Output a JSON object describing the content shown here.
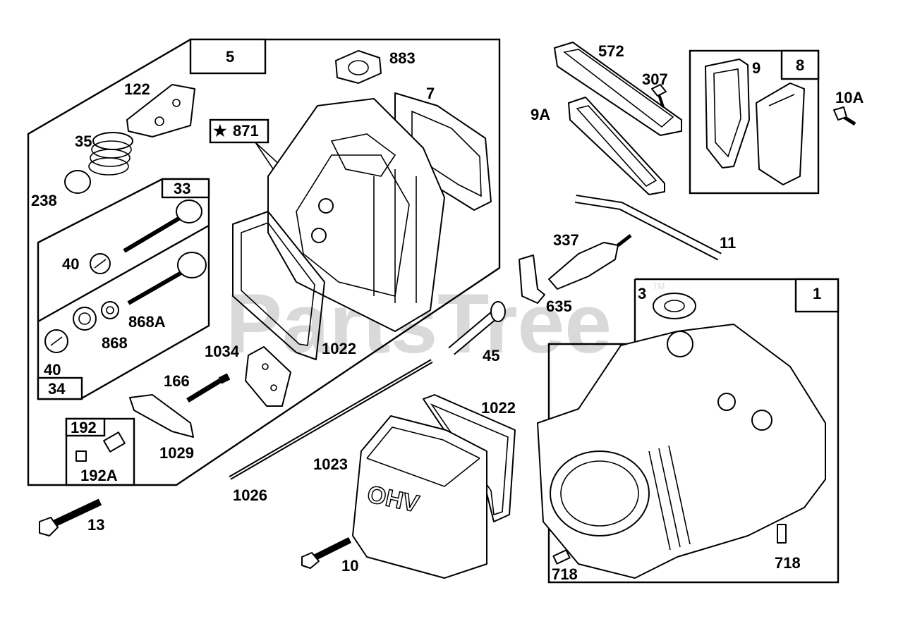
{
  "watermark": "PartsTree",
  "watermark_mark": "TM",
  "labels": {
    "l5": "5",
    "l883": "883",
    "l7": "7",
    "l122": "122",
    "l871": "871",
    "l35": "35",
    "l238": "238",
    "l33": "33",
    "l40a": "40",
    "l868A": "868A",
    "l868": "868",
    "l40b": "40",
    "l34": "34",
    "l1034": "1034",
    "l1022a": "1022",
    "l166": "166",
    "l192": "192",
    "l192A": "192A",
    "l1029": "1029",
    "l13": "13",
    "l1026": "1026",
    "l572": "572",
    "l307": "307",
    "l9A": "9A",
    "l9": "9",
    "l8": "8",
    "l10A": "10A",
    "l11": "11",
    "l337": "337",
    "l635": "635",
    "l45": "45",
    "l3": "3",
    "l1": "1",
    "l1022b": "1022",
    "l1023": "1023",
    "l10": "10",
    "l718a": "718",
    "l718b": "718"
  },
  "star_glyph": "★",
  "cover_text": "OHV"
}
